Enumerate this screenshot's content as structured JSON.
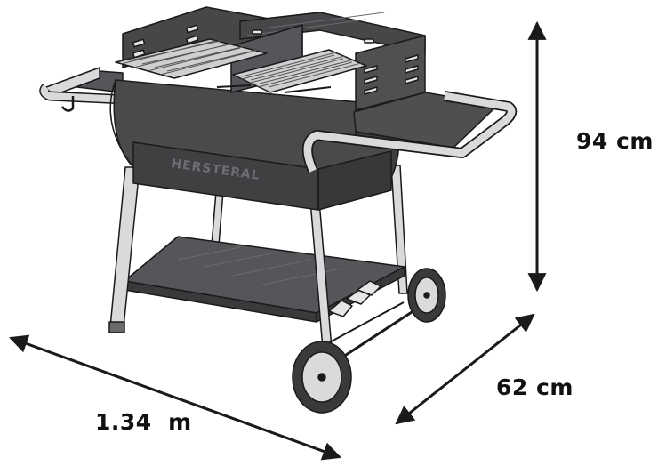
{
  "dimensions": {
    "height": "94 cm",
    "depth": "62 cm",
    "width": "1.34  m"
  },
  "product": {
    "brand_text": "HERSTERAL",
    "body_color": "#4a4a4c",
    "frame_color": "#d9dadc",
    "outline_color": "#1a1a1a",
    "arrow_color": "#1a1a1a"
  }
}
